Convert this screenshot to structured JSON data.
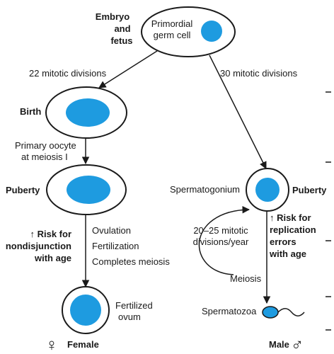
{
  "stages": {
    "embryo_fetus": [
      "Embryo",
      "and",
      "fetus"
    ],
    "birth": "Birth",
    "puberty_left": "Puberty",
    "puberty_right": "Puberty"
  },
  "cells": {
    "primordial": [
      "Primordial",
      "germ cell"
    ],
    "fertilized_ovum": [
      "Fertilized",
      "ovum"
    ],
    "spermatogonium": "Spermatogonium",
    "spermatozoa": "Spermatozoa"
  },
  "processes": {
    "mitotic_22": "22 mitotic divisions",
    "mitotic_30": "30 mitotic divisions",
    "primary_oocyte": [
      "Primary oocyte",
      "at meiosis I"
    ],
    "ovulation": "Ovulation",
    "fertilization": "Fertilization",
    "completes_meiosis": "Completes meiosis",
    "cycle_mitotic": [
      "20–25 mitotic",
      "divisions/year"
    ],
    "meiosis": "Meiosis"
  },
  "risks": {
    "nondisjunction": [
      "↑ Risk for",
      "nondisjunction",
      "with age"
    ],
    "replication": [
      "↑ Risk for",
      "replication",
      "errors",
      "with age"
    ]
  },
  "sex_labels": {
    "female": "Female",
    "female_symbol": "♀",
    "male": "Male",
    "male_symbol": "♂"
  },
  "colors": {
    "nucleus": "#1E9BE0",
    "outline": "#1a1a1a",
    "text": "#1a1a1a"
  }
}
